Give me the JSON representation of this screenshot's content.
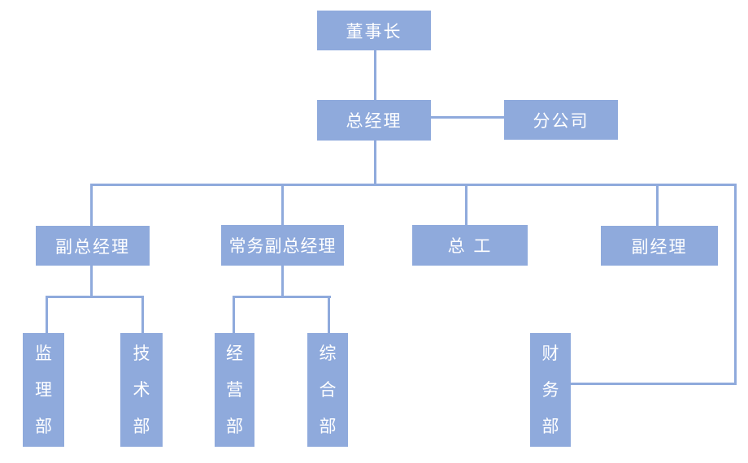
{
  "diagram": {
    "type": "org-chart",
    "nodes": {
      "chairman": "董事长",
      "general_manager": "总经理",
      "branch_company": "分公司",
      "deputy_general_manager": "副总经理",
      "executive_deputy_general_manager": "常务副总经理",
      "chief_engineer": "总 工",
      "deputy_manager": "副经理",
      "supervision_dept": "监理部",
      "technical_dept": "技术部",
      "operations_dept": "经营部",
      "general_affairs_dept": "综合部",
      "finance_dept": "财务部"
    },
    "edges": [
      {
        "from": "chairman",
        "to": "general_manager"
      },
      {
        "from": "general_manager",
        "to": "branch_company",
        "style": "lateral"
      },
      {
        "from": "general_manager",
        "to": "deputy_general_manager"
      },
      {
        "from": "general_manager",
        "to": "executive_deputy_general_manager"
      },
      {
        "from": "general_manager",
        "to": "chief_engineer"
      },
      {
        "from": "general_manager",
        "to": "deputy_manager"
      },
      {
        "from": "general_manager",
        "to": "finance_dept"
      },
      {
        "from": "deputy_general_manager",
        "to": "supervision_dept"
      },
      {
        "from": "deputy_general_manager",
        "to": "technical_dept"
      },
      {
        "from": "executive_deputy_general_manager",
        "to": "operations_dept"
      },
      {
        "from": "executive_deputy_general_manager",
        "to": "general_affairs_dept"
      }
    ],
    "colors": {
      "node_fill": "#8faadc",
      "connector": "#8faadc",
      "node_text": "#ffffff",
      "background": "#ffffff"
    }
  }
}
